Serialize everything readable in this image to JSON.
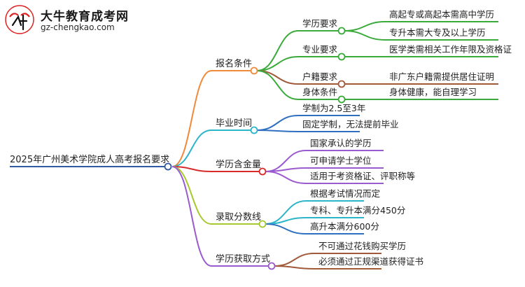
{
  "site": {
    "logo_text": "大牛教育成考网",
    "url": "gz-chengkao.com"
  },
  "root": {
    "label": "2025年广州美术学院成人高考报名要求"
  },
  "branches": [
    {
      "label": "报名条件",
      "color": "#ef8a3a",
      "children": [
        {
          "label": "学历要求",
          "color": "#3aaa3a",
          "children": [
            {
              "label": "高起专或高起本需高中学历"
            },
            {
              "label": "专升本需大专及以上学历"
            }
          ]
        },
        {
          "label": "专业要求",
          "color": "#3aaa3a",
          "children": [
            {
              "label": "医学类需相关工作年限及资格证"
            }
          ]
        },
        {
          "label": "户籍要求",
          "color": "#a05a3a",
          "children": [
            {
              "label": "非广东户籍需提供居住证明"
            }
          ]
        },
        {
          "label": "身体条件",
          "color": "#3aaa3a",
          "children": [
            {
              "label": "身体健康，能自理学习"
            }
          ]
        }
      ]
    },
    {
      "label": "毕业时间",
      "color": "#2bb5c8",
      "children": [
        {
          "label": "学制为2.5至3年",
          "color": "#2f6fc0",
          "children": []
        },
        {
          "label": "固定学制，无法提前毕业",
          "color": "#2f6fc0",
          "children": []
        }
      ]
    },
    {
      "label": "学历含金量",
      "color": "#d82a2a",
      "children": [
        {
          "label": "国家承认的学历",
          "color": "#9a5ad0",
          "children": []
        },
        {
          "label": "可申请学士学位",
          "color": "#9a5ad0",
          "children": []
        },
        {
          "label": "适用于考资格证、评职称等",
          "color": "#9a5ad0",
          "children": []
        }
      ]
    },
    {
      "label": "录取分数线",
      "color": "#a8c830",
      "children": [
        {
          "label": "根据考试情况而定",
          "color": "#2bb5c8",
          "children": []
        },
        {
          "label": "专科、专升本满分450分",
          "color": "#2bb5c8",
          "children": []
        },
        {
          "label": "高升本满分600分",
          "color": "#2f6fc0",
          "children": []
        }
      ]
    },
    {
      "label": "学历获取方式",
      "color": "#9a5ad0",
      "children": [
        {
          "label": "不可通过花钱购买学历",
          "color": "#a05a3a",
          "children": []
        },
        {
          "label": "必须通过正规渠道获得证书",
          "color": "#a05a3a",
          "children": []
        }
      ]
    }
  ]
}
